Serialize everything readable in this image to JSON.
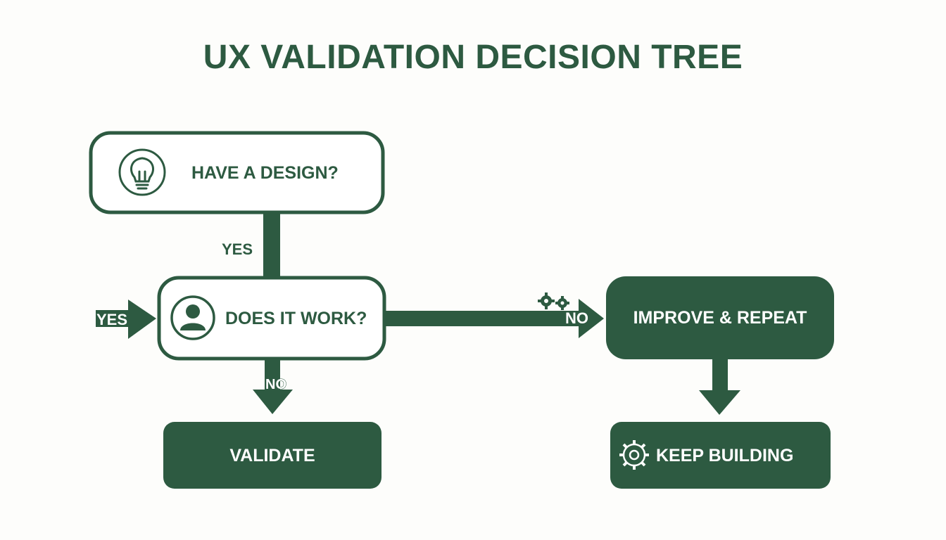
{
  "title": "UX VALIDATION DECISION TREE",
  "colors": {
    "primary": "#2d5a41",
    "background": "#fdfdfb",
    "text_on_dark": "#ffffff"
  },
  "nodes": {
    "have_design": {
      "label": "HAVE A DESIGN?",
      "icon": "lightbulb-icon"
    },
    "does_it_work": {
      "label": "DOES IT WORK?",
      "icon": "user-icon"
    },
    "improve_repeat": {
      "label": "IMPROVE & REPEAT"
    },
    "validate": {
      "label": "VALIDATE"
    },
    "keep_building": {
      "label": "KEEP BUILDING",
      "icon": "gear-icon"
    }
  },
  "edges": {
    "design_to_work": {
      "label": "YES"
    },
    "entry_to_work": {
      "label": "YES"
    },
    "work_to_improve": {
      "label": "NO",
      "icon": "gears-icon"
    },
    "work_to_validate": {
      "label": "NO"
    }
  }
}
